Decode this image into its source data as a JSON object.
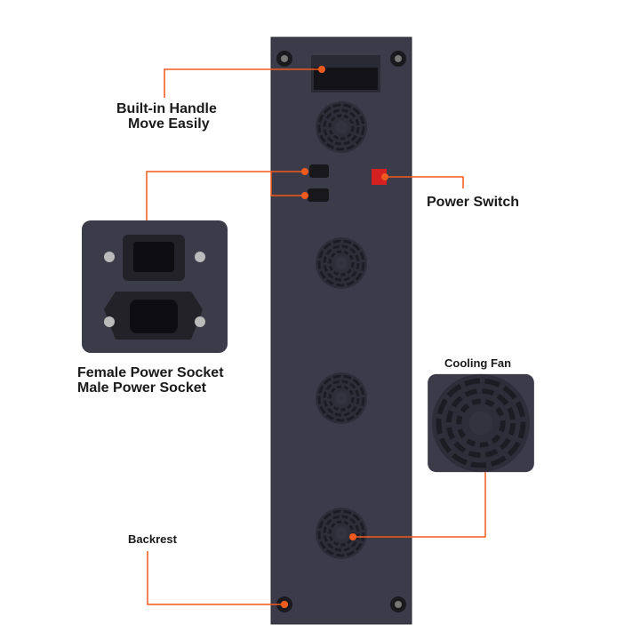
{
  "labels": {
    "handle": [
      "Built-in Handle",
      "Move Easily"
    ],
    "sockets": [
      "Female Power Socket",
      "Male Power Socket"
    ],
    "power_switch": "Power Switch",
    "cooling_fan": "Cooling Fan",
    "backrest": "Backrest"
  },
  "colors": {
    "accent": "#f05a1e",
    "panel": "#3b3b49",
    "background": "#ffffff"
  }
}
